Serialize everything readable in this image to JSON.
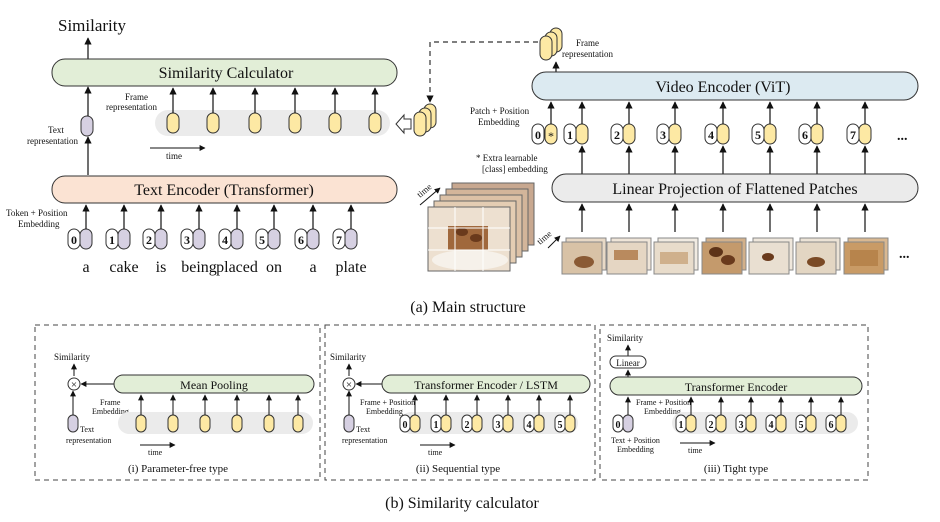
{
  "main": {
    "similarity_top": "Similarity",
    "similarity_calculator": "Similarity Calculator",
    "frame_repr_left_1": "Frame",
    "frame_repr_left_2": "representation",
    "time": "time",
    "text_repr_1": "Text",
    "text_repr_2": "representation",
    "text_encoder": "Text Encoder (Transformer)",
    "token_pos_1": "Token + Position",
    "token_pos_2": "Embedding",
    "token_ids": [
      "0",
      "1",
      "2",
      "3",
      "4",
      "5",
      "6",
      "7"
    ],
    "words": [
      "a",
      "cake",
      "is",
      "being",
      "placed",
      "on",
      "a",
      "plate"
    ],
    "frame_repr_right_1": "Frame",
    "frame_repr_right_2": "representation",
    "video_encoder": "Video Encoder (ViT)",
    "patch_pos_1": "Patch + Position",
    "patch_pos_2": "Embedding",
    "patch_ids": [
      "0",
      "1",
      "2",
      "3",
      "4",
      "5",
      "6",
      "7"
    ],
    "cls_marker": "*",
    "extra_1": "* Extra learnable",
    "extra_2": "[class] embedding",
    "linear_projection": "Linear Projection of Flattened Patches",
    "ellipsis": "...",
    "time_right": "time",
    "time_video": "time",
    "caption": "(a) Main structure"
  },
  "panels": {
    "i": {
      "similarity": "Similarity",
      "block": "Mean Pooling",
      "frame_emb_1": "Frame",
      "frame_emb_2": "Embedding",
      "text_repr_1": "Text",
      "text_repr_2": "representation",
      "time": "time",
      "caption": "(i) Parameter-free type"
    },
    "ii": {
      "similarity": "Similarity",
      "block": "Transformer Encoder / LSTM",
      "frame_emb_1": "Frame + Position",
      "frame_emb_2": "Embedding",
      "text_repr_1": "Text",
      "text_repr_2": "representation",
      "time": "time",
      "ids": [
        "0",
        "1",
        "2",
        "3",
        "4",
        "5"
      ],
      "caption": "(ii) Sequential type"
    },
    "iii": {
      "similarity": "Similarity",
      "linear": "Linear",
      "block": "Transformer Encoder",
      "frame_emb_1": "Frame + Position",
      "frame_emb_2": "Embedding",
      "text_pos_1": "Text + Position",
      "text_pos_2": "Embedding",
      "time": "time",
      "ids": [
        "0",
        "1",
        "2",
        "3",
        "4",
        "5",
        "6"
      ],
      "caption": "(iii) Tight type"
    },
    "caption": "(b) Similarity calculator"
  },
  "colors": {
    "green": "#e2eed7",
    "peach": "#fbe3d3",
    "blue": "#dceaf1",
    "gray": "#ebebeb",
    "token_yellow": "#fde9a4",
    "token_purple": "#d6d0e2"
  }
}
